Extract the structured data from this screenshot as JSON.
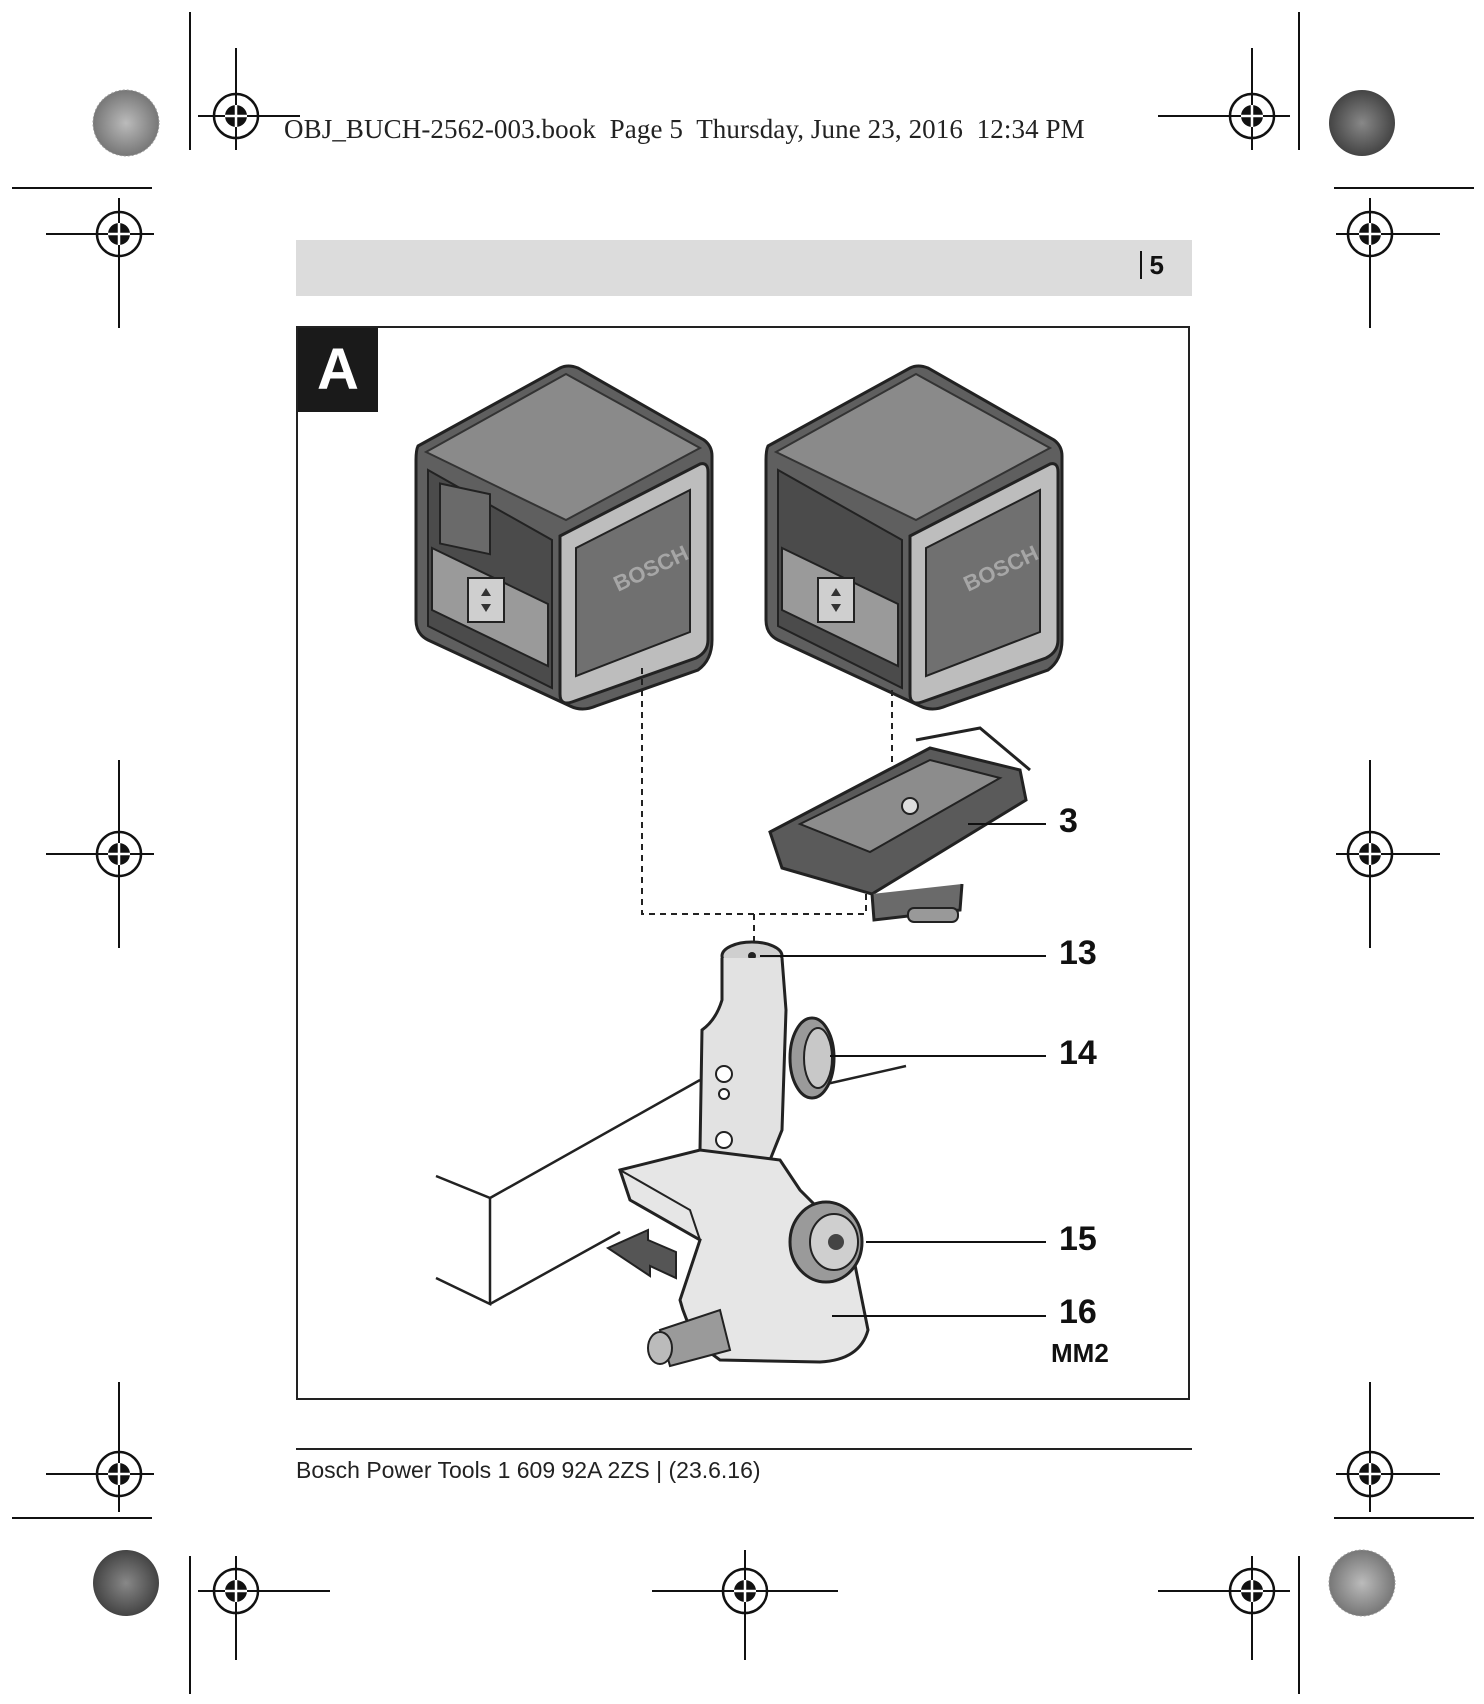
{
  "header": {
    "slug": "OBJ_BUCH-2562-003.book  Page 5  Thursday, June 23, 2016  12:34 PM",
    "page_number": "5"
  },
  "figure": {
    "label": "A",
    "brand_text": "BOSCH",
    "callouts": [
      {
        "id": "3",
        "text": "3"
      },
      {
        "id": "13",
        "text": "13"
      },
      {
        "id": "14",
        "text": "14"
      },
      {
        "id": "15",
        "text": "15"
      },
      {
        "id": "16",
        "text": "16"
      },
      {
        "id": "mm2",
        "text": "MM2"
      }
    ]
  },
  "footer": {
    "text": "Bosch Power Tools 1 609 92A 2ZS | (23.6.16)"
  },
  "colors": {
    "band": "#dcdcdc",
    "ink": "#1a1a1a",
    "device_dark": "#5a5a5a",
    "device_face": "#6e6e6e"
  }
}
